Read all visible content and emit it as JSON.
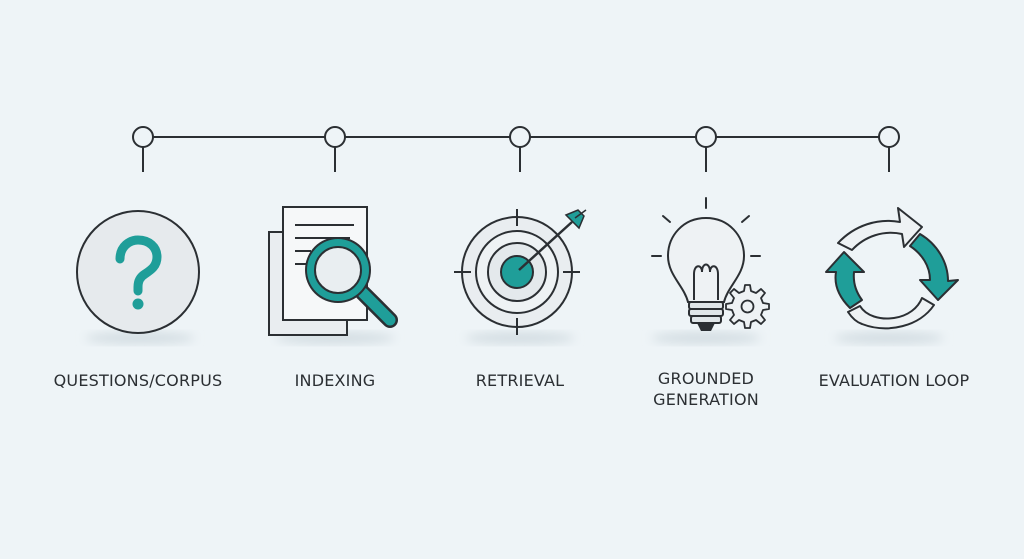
{
  "colors": {
    "background": "#eef4f7",
    "stroke": "#2b2f33",
    "accent": "#1f9e99",
    "icon_fill": "#e6eaed"
  },
  "stages": [
    {
      "lines": [
        "QUESTIONS/CORPUS"
      ],
      "icon": "question-mark-icon"
    },
    {
      "lines": [
        "INDEXING"
      ],
      "icon": "document-magnifier-icon"
    },
    {
      "lines": [
        "RETRIEVAL"
      ],
      "icon": "target-arrow-icon"
    },
    {
      "lines": [
        "GROUNDED",
        "GENERATION"
      ],
      "icon": "lightbulb-gear-icon"
    },
    {
      "lines": [
        "EVALUATION LOOP"
      ],
      "icon": "cycle-arrows-icon"
    }
  ]
}
